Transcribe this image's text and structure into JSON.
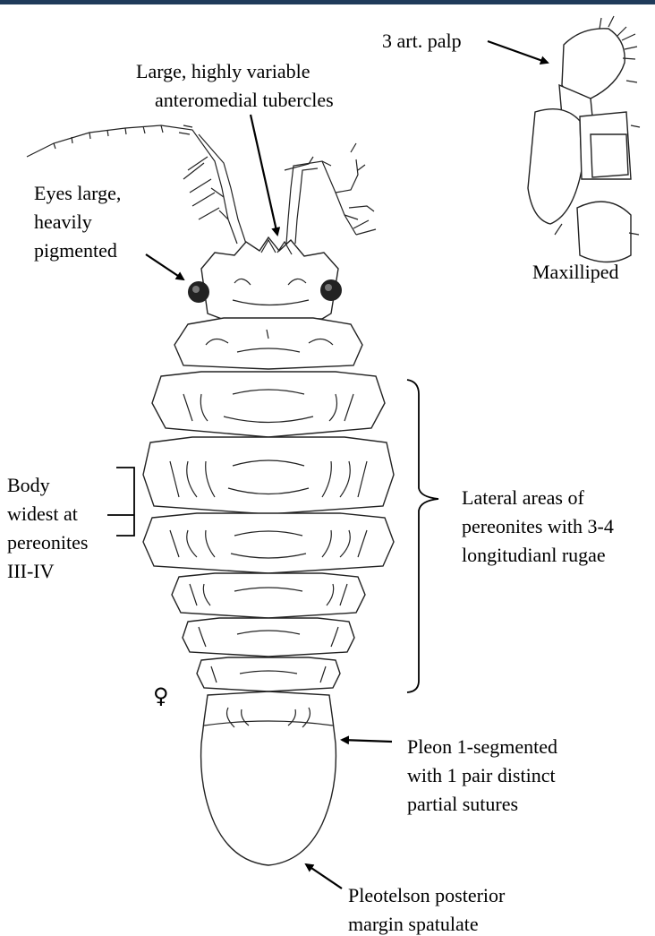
{
  "labels": {
    "palp": "3 art. palp",
    "tubercles_1": "Large, highly variable",
    "tubercles_2": "anteromedial tubercles",
    "eyes_1": "Eyes large,",
    "eyes_2": "heavily",
    "eyes_3": "pigmented",
    "maxilliped": "Maxilliped",
    "widest_1": "Body",
    "widest_2": "widest at",
    "widest_3": "pereonites",
    "widest_4": "III-IV",
    "lateral_1": "Lateral areas of",
    "lateral_2": "pereonites with 3-4",
    "lateral_3": "longitudianl rugae",
    "female": "♀",
    "pleon_1": "Pleon 1-segmented",
    "pleon_2": "with 1 pair distinct",
    "pleon_3": "partial sutures",
    "pleotelson_1": "Pleotelson posterior",
    "pleotelson_2": "margin spatulate"
  }
}
